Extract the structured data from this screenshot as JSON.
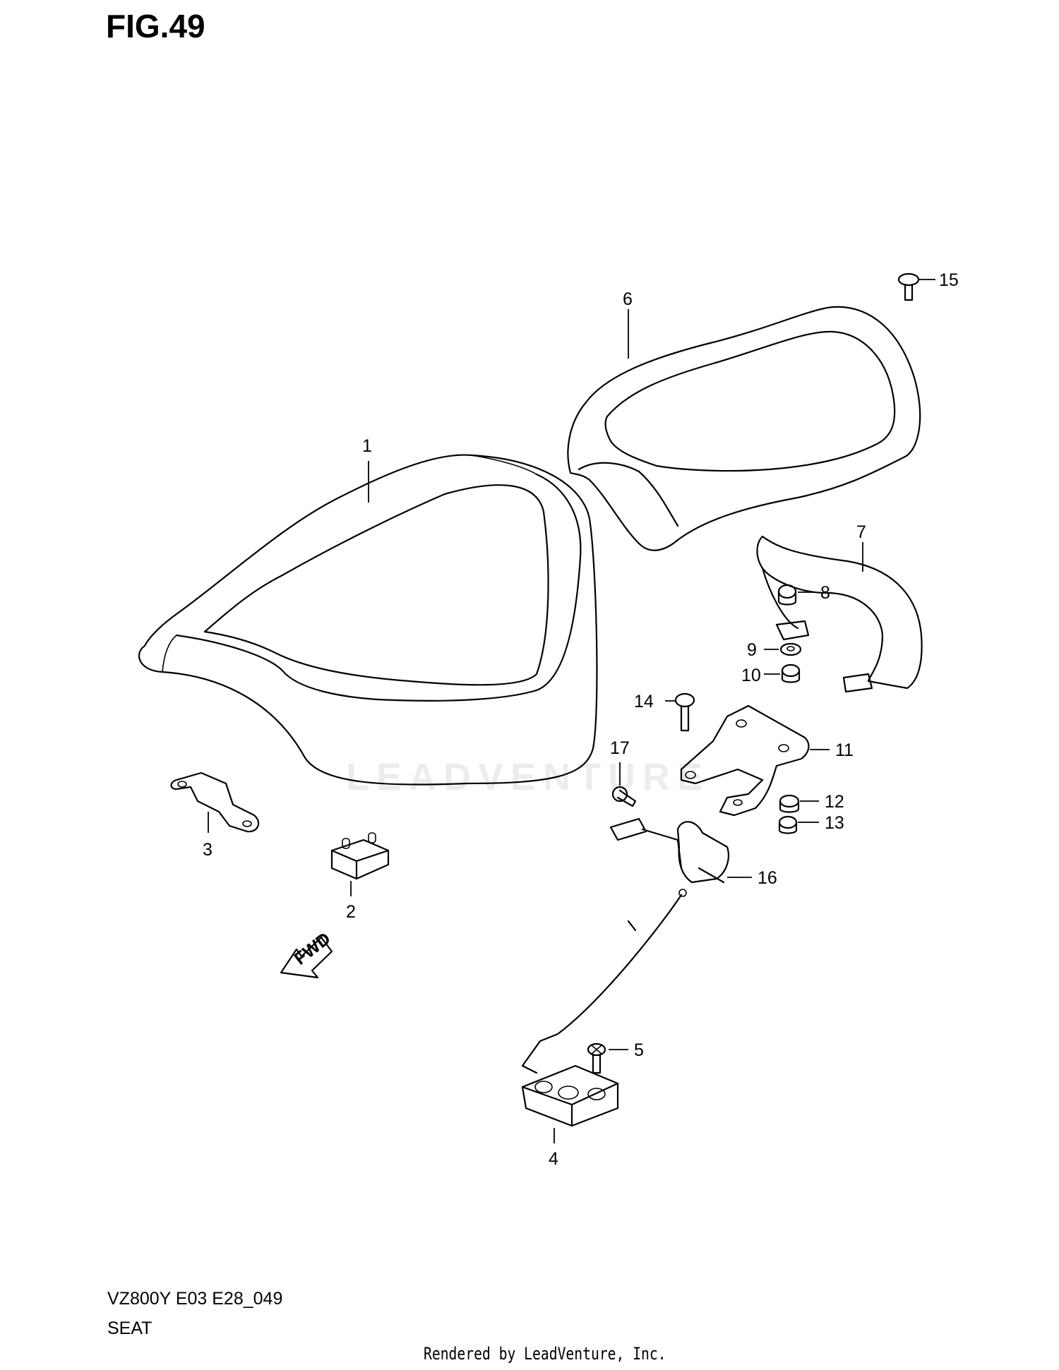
{
  "figure": {
    "title": "FIG.49",
    "model_code": "VZ800Y E03 E28_049",
    "section_name": "SEAT",
    "render_credit": "Rendered by LeadVenture, Inc.",
    "watermark": "LEADVENTURE"
  },
  "callouts": [
    {
      "id": "1",
      "label": "1"
    },
    {
      "id": "2",
      "label": "2"
    },
    {
      "id": "3",
      "label": "3"
    },
    {
      "id": "4",
      "label": "4"
    },
    {
      "id": "5",
      "label": "5"
    },
    {
      "id": "6",
      "label": "6"
    },
    {
      "id": "7",
      "label": "7"
    },
    {
      "id": "8",
      "label": "8"
    },
    {
      "id": "9",
      "label": "9"
    },
    {
      "id": "10",
      "label": "10"
    },
    {
      "id": "11",
      "label": "11"
    },
    {
      "id": "12",
      "label": "12"
    },
    {
      "id": "13",
      "label": "13"
    },
    {
      "id": "14",
      "label": "14"
    },
    {
      "id": "15",
      "label": "15"
    },
    {
      "id": "16",
      "label": "16"
    },
    {
      "id": "17",
      "label": "17"
    }
  ],
  "fwd_arrow_label": "FWD"
}
